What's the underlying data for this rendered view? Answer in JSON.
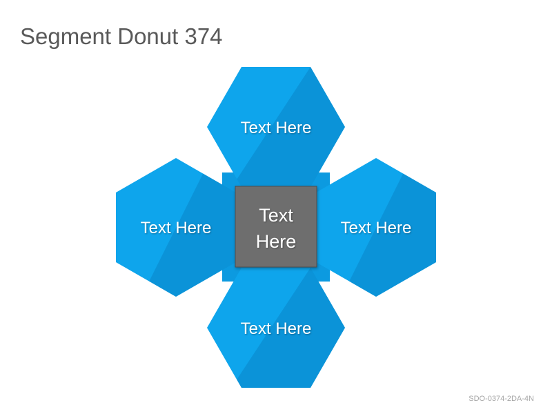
{
  "slide": {
    "title": "Segment Donut 374",
    "footer_code": "SDO-0374-2DA-4N"
  },
  "diagram": {
    "center": {
      "label_line1": "Text",
      "label_line2": "Here"
    },
    "segments": [
      {
        "position": "top",
        "label": "Text Here"
      },
      {
        "position": "left",
        "label": "Text Here"
      },
      {
        "position": "right",
        "label": "Text Here"
      },
      {
        "position": "bottom",
        "label": "Text Here"
      }
    ]
  },
  "colors": {
    "hexagon_fill": "#0ea5ec",
    "hexagon_shade": "#0a85c9",
    "connector_fill": "#0c9ae0",
    "center_fill": "#6e6e6e",
    "center_border": "#4d4d4d",
    "label_text": "#ffffff",
    "title_text": "#595959",
    "footer_text": "#a6a6a6"
  }
}
